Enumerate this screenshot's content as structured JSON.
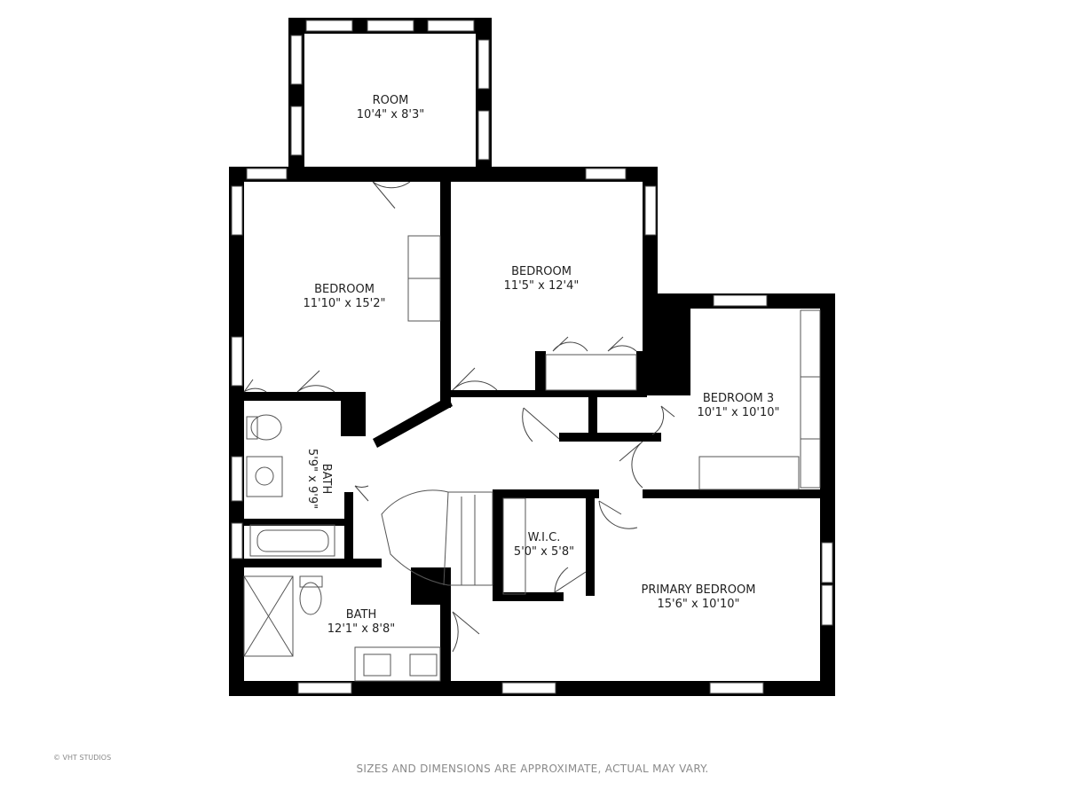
{
  "rooms": {
    "room": {
      "name": "ROOM",
      "dims": "10'4\" x 8'3\""
    },
    "bedroom_west": {
      "name": "BEDROOM",
      "dims": "11'10\" x 15'2\""
    },
    "bedroom_center": {
      "name": "BEDROOM",
      "dims": "11'5\" x 12'4\""
    },
    "bedroom_3": {
      "name": "BEDROOM 3",
      "dims": "10'1\" x 10'10\""
    },
    "bath_upper": {
      "name": "BATH",
      "dims": "5'9\" x 9'9\""
    },
    "wic": {
      "name": "W.I.C.",
      "dims": "5'0\" x 5'8\""
    },
    "bath_lower": {
      "name": "BATH",
      "dims": "12'1\" x 8'8\""
    },
    "primary_bedroom": {
      "name": "PRIMARY BEDROOM",
      "dims": "15'6\" x 10'10\""
    }
  },
  "footer": {
    "disclaimer": "SIZES AND DIMENSIONS ARE APPROXIMATE, ACTUAL MAY VARY.",
    "credit": "© VHT STUDIOS"
  },
  "colors": {
    "wall": "#000000",
    "fixture": "#555555",
    "text": "#222222",
    "footer": "#8a8a8a"
  }
}
